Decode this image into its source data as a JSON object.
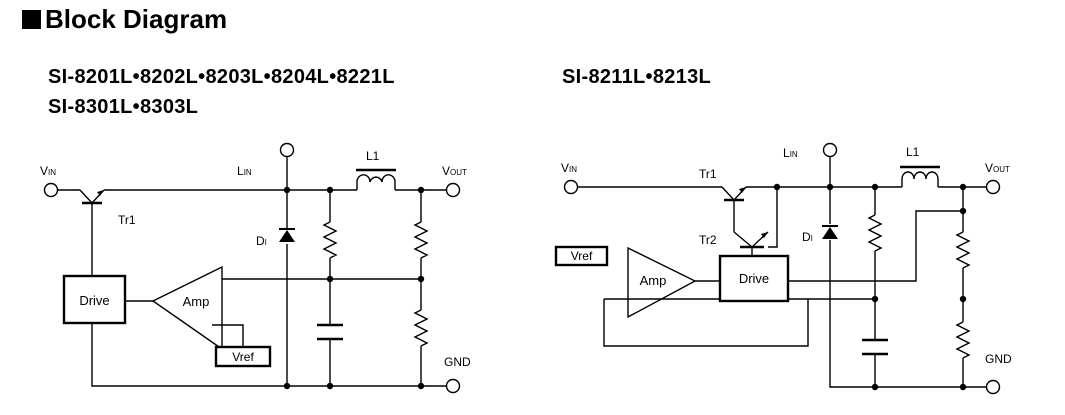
{
  "title": "Block Diagram",
  "left": {
    "heading_line1": "SI-8201L•8202L•8203L•8204L•8221L",
    "heading_line2": "SI-8301L•8303L",
    "vin": "V",
    "vin_sub": "IN",
    "lin": "L",
    "lin_sub": "IN",
    "vout": "V",
    "vout_sub": "OUT",
    "l1": "L1",
    "tr1": "Tr1",
    "di": "D",
    "di_sub": "I",
    "drive": "Drive",
    "amp": "Amp",
    "vref": "Vref",
    "gnd": "GND"
  },
  "right": {
    "heading": "SI-8211L•8213L",
    "vin": "V",
    "vin_sub": "IN",
    "lin": "L",
    "lin_sub": "IN",
    "vout": "V",
    "vout_sub": "OUT",
    "l1": "L1",
    "tr1": "Tr1",
    "tr2": "Tr2",
    "di": "D",
    "di_sub": "I",
    "drive": "Drive",
    "amp": "Amp",
    "vref": "Vref",
    "gnd": "GND"
  }
}
